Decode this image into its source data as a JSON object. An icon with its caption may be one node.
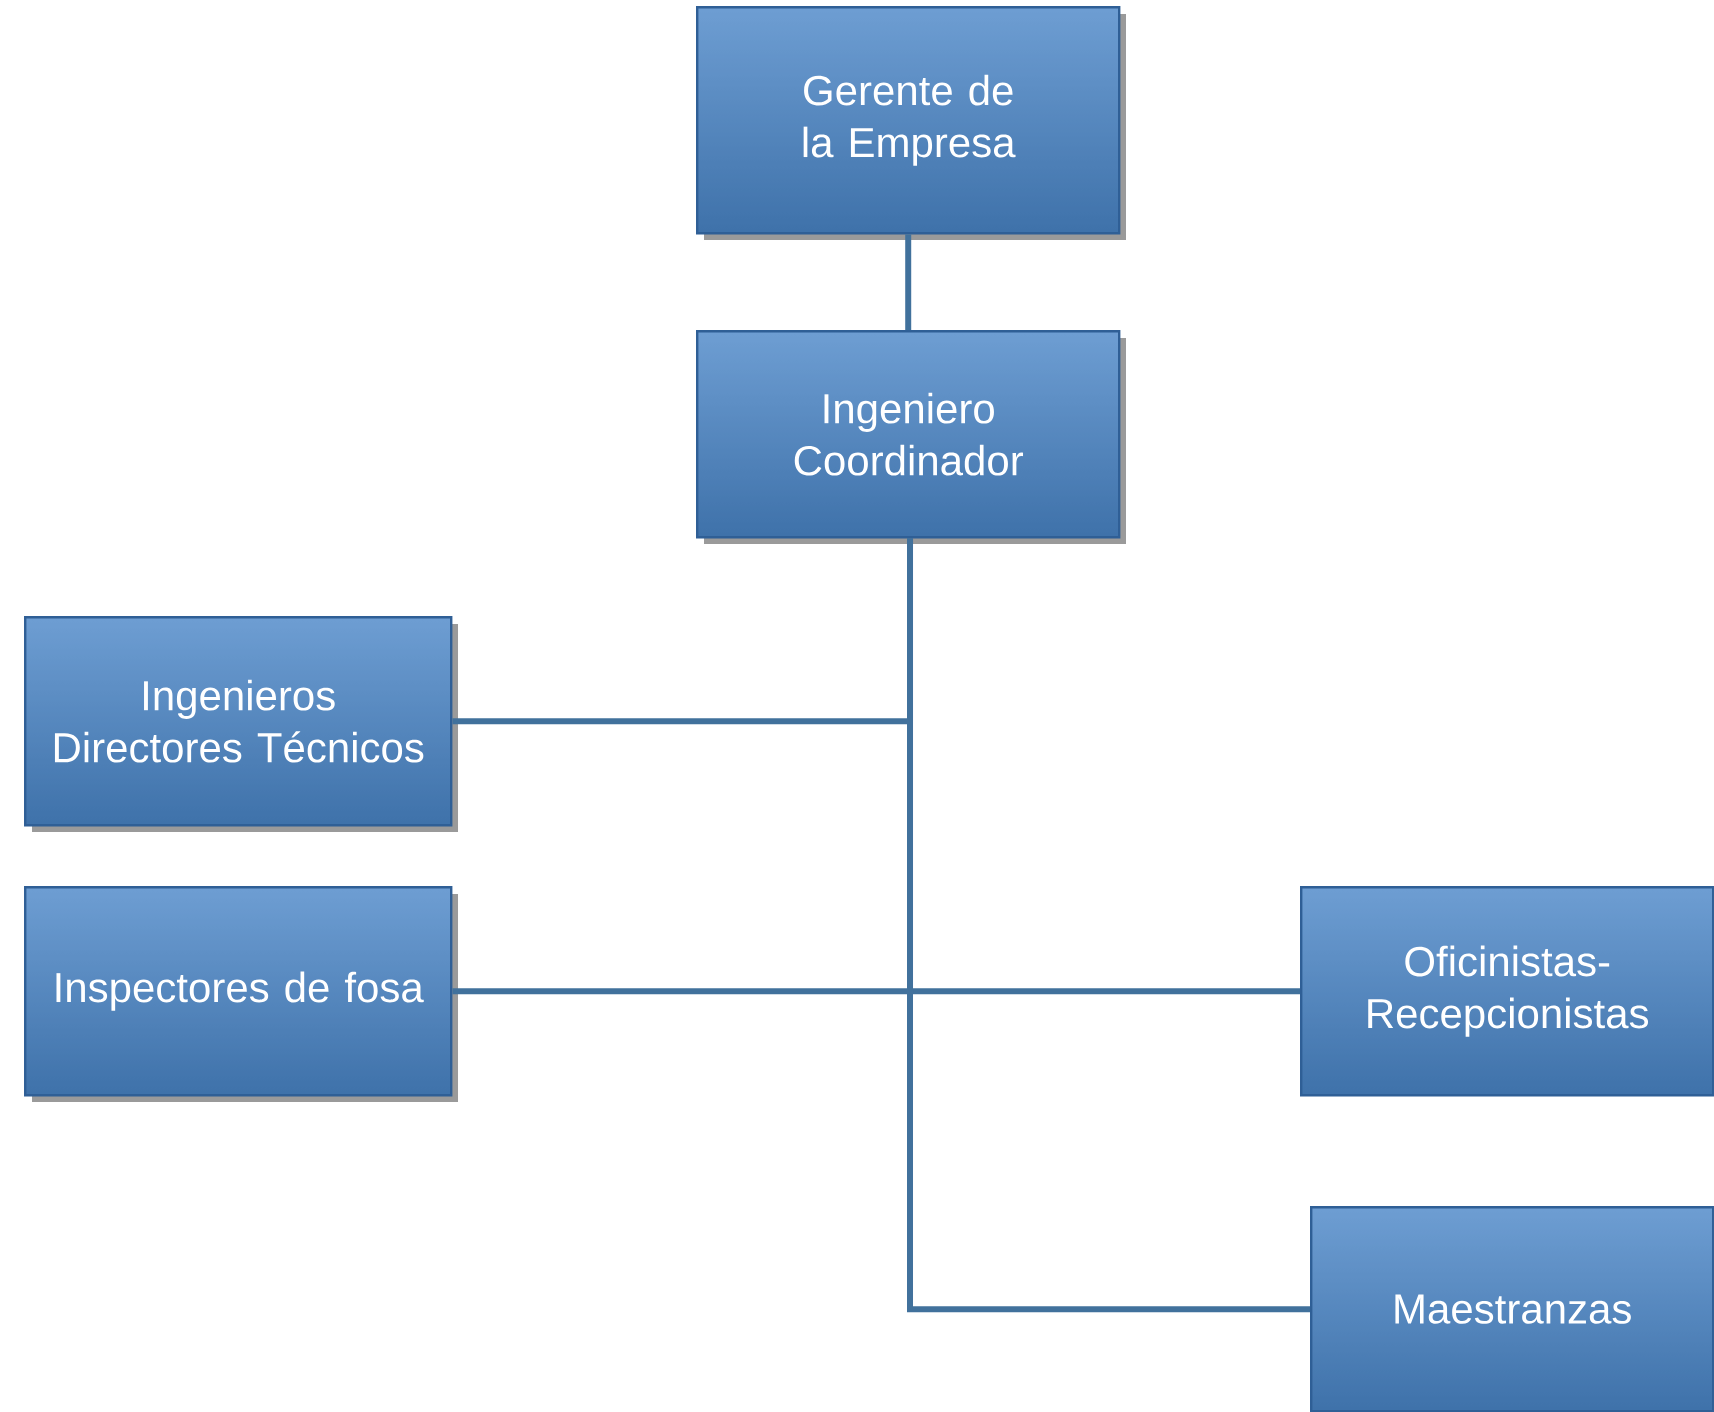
{
  "diagram": {
    "nodes": [
      {
        "text": [
          "Gerente de la Empresa"
        ]
      },
      {
        "text": [
          "Ingeniero Coordinador"
        ]
      },
      {
        "text": [
          "Ingenieros Directores Técnicos"
        ]
      },
      {
        "text": [
          "Inspectores de fosa"
        ]
      },
      {
        "text": [
          "Oficinistas-Recepcionistas"
        ]
      },
      {
        "text": [
          "Maestranzas"
        ]
      }
    ],
    "edges": [
      {
        "from": 0,
        "to": 1,
        "arrow": "none"
      },
      {
        "from": 1,
        "to": 2,
        "arrow": "none"
      },
      {
        "from": 1,
        "to": 3,
        "arrow": "none"
      },
      {
        "from": 1,
        "to": 4,
        "arrow": "none"
      },
      {
        "from": 1,
        "to": 5,
        "arrow": "none"
      }
    ]
  }
}
